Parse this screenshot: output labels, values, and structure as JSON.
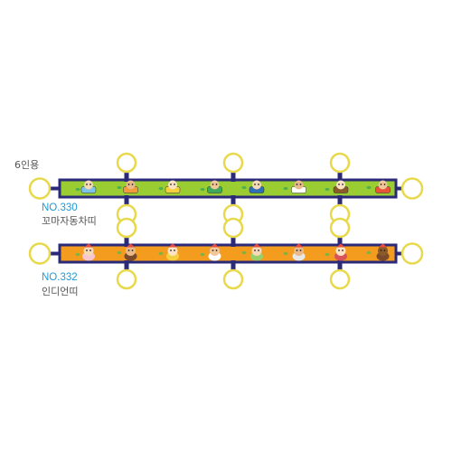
{
  "headcount_label": "6인용",
  "products": [
    {
      "code": "NO.330",
      "name": "꼬마자동차띠",
      "band_color": "#9acd32",
      "border_color": "#2b2a78",
      "ring_color": "#e8d94c",
      "figures": [
        "blue-car",
        "orange-car",
        "yellow-car",
        "green-car",
        "navy-car",
        "white-car",
        "brown-car",
        "red-car"
      ]
    },
    {
      "code": "NO.332",
      "name": "인디언띠",
      "band_color": "#f39c1e",
      "border_color": "#2b2a78",
      "ring_color": "#e8d94c",
      "figures": [
        "indian-girl",
        "indian-chief",
        "indian-boy",
        "indian-kid",
        "indian-child",
        "indian-elder",
        "indian-warrior",
        "bear"
      ]
    }
  ]
}
